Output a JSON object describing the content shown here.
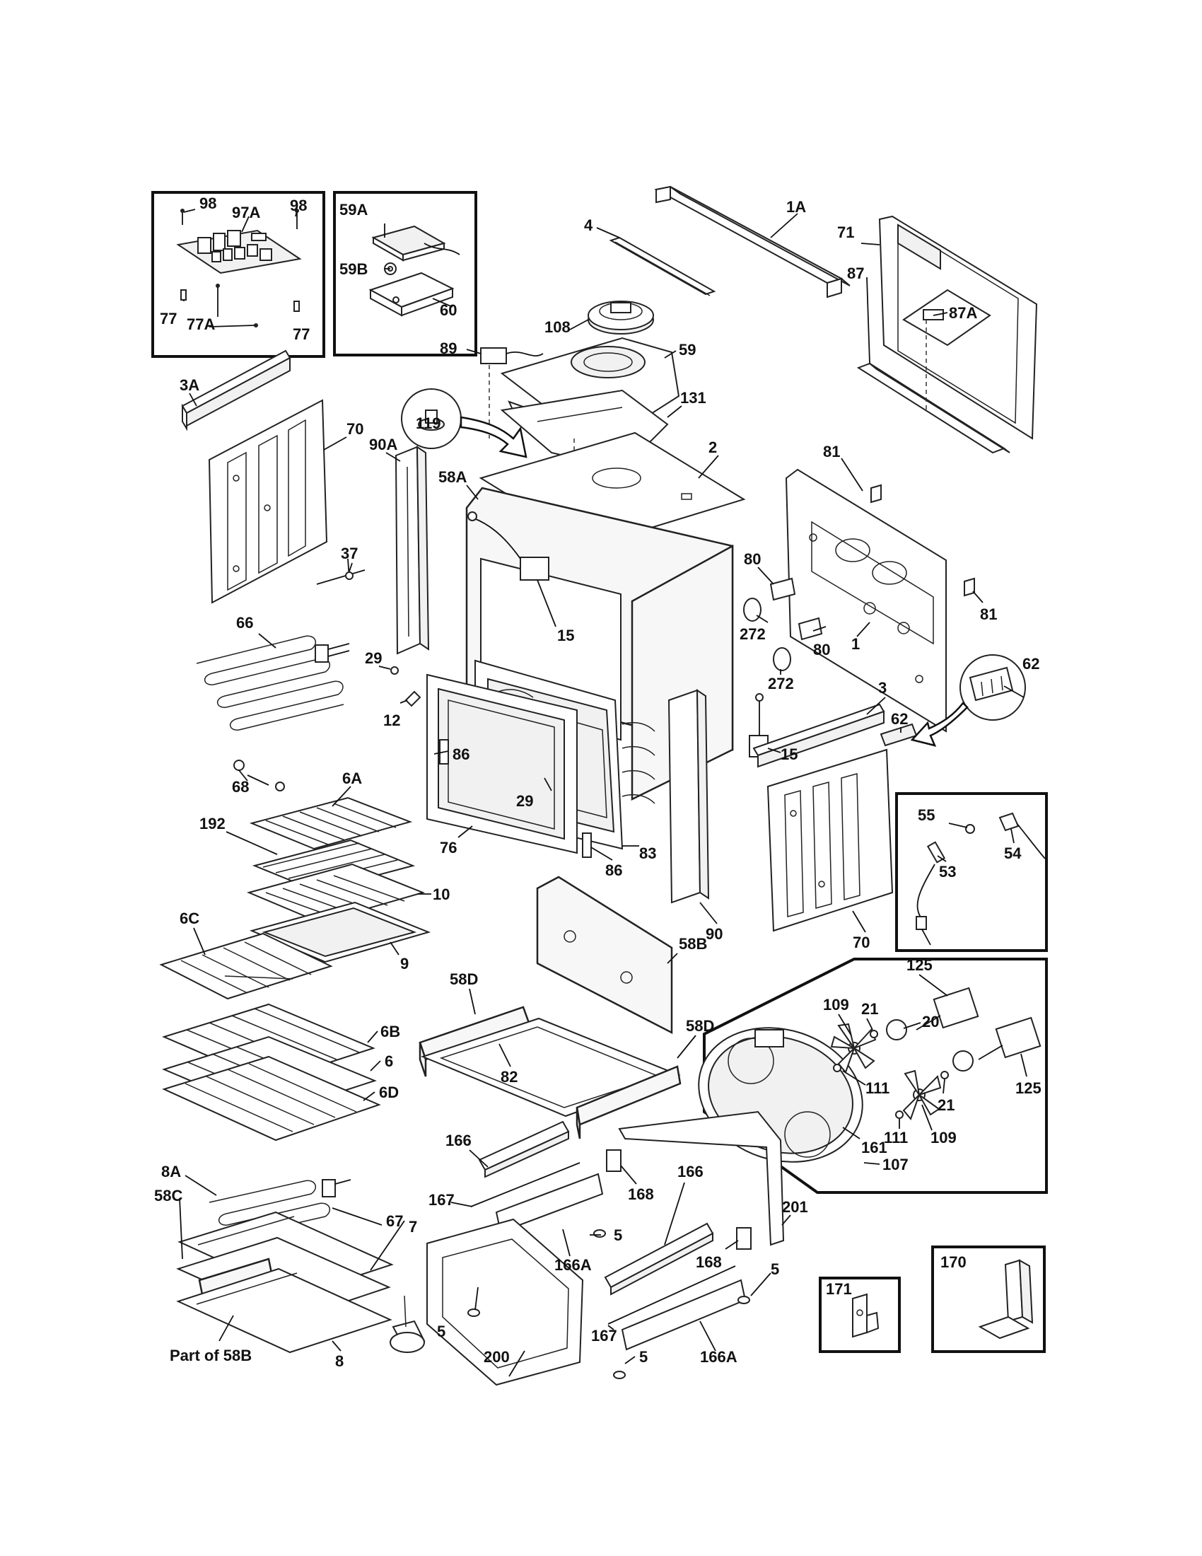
{
  "labels": {
    "l98a": "98",
    "l97A": "97A",
    "l98b": "98",
    "l77a": "77",
    "l77A": "77A",
    "l77b": "77",
    "l59A": "59A",
    "l59B": "59B",
    "l60": "60",
    "l1A": "1A",
    "l4": "4",
    "l71": "71",
    "l87": "87",
    "l87A": "87A",
    "l108": "108",
    "l89": "89",
    "l59": "59",
    "l131": "131",
    "l119": "119",
    "l3A": "3A",
    "l70a": "70",
    "l90A": "90A",
    "l58A": "58A",
    "l2": "2",
    "l81a": "81",
    "l80a": "80",
    "l81b": "81",
    "l272a": "272",
    "l80b": "80",
    "l1": "1",
    "l272b": "272",
    "l37": "37",
    "l66": "66",
    "l15a": "15",
    "l29a": "29",
    "l12": "12",
    "l68": "68",
    "l62a": "62",
    "l3": "3",
    "l62b": "62",
    "l15b": "15",
    "l6A": "6A",
    "l86a": "86",
    "l29b": "29",
    "l192": "192",
    "l76": "76",
    "l83": "83",
    "l86b": "86",
    "l10": "10",
    "l90": "90",
    "l9": "9",
    "l55": "55",
    "l54": "54",
    "l53": "53",
    "l70b": "70",
    "l6C": "6C",
    "l58D1": "58D",
    "l58B": "58B",
    "l58D2": "58D",
    "l82": "82",
    "l6B": "6B",
    "l6": "6",
    "l6D": "6D",
    "l125a": "125",
    "l109a": "109",
    "l21a": "21",
    "l20": "20",
    "l111a": "111",
    "l21b": "21",
    "l125b": "125",
    "l111b": "111",
    "l109b": "109",
    "l161": "161",
    "l107": "107",
    "l166a": "166",
    "l168a": "168",
    "l8A": "8A",
    "l167a": "167",
    "l58C": "58C",
    "l67": "67",
    "l5a": "5",
    "l166Aa": "166A",
    "l166b": "166",
    "l201": "201",
    "l7": "7",
    "l168b": "168",
    "l5b": "5",
    "l5c": "5",
    "l167b": "167",
    "l171": "171",
    "l170": "170",
    "l8": "8",
    "l200": "200",
    "l166Ab": "166A",
    "l5d": "5",
    "l5e": "5",
    "lPart58B": "Part of 58B"
  }
}
